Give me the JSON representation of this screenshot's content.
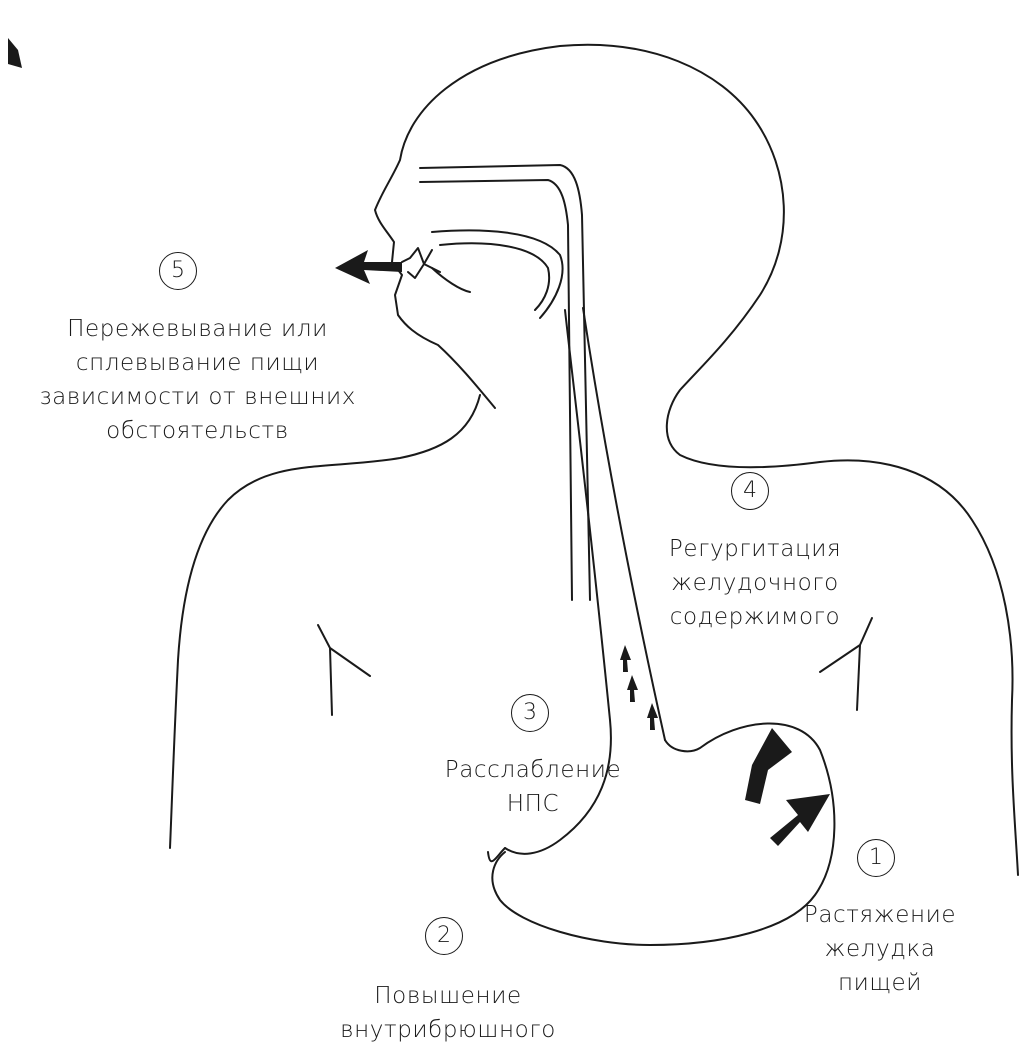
{
  "steps": [
    {
      "number": "1",
      "lines": [
        "Растяжение",
        "желудка",
        "пищей"
      ]
    },
    {
      "number": "2",
      "lines": [
        "Повышение",
        "внутрибрюшного"
      ]
    },
    {
      "number": "3",
      "lines": [
        "Расслабление",
        "НПС"
      ]
    },
    {
      "number": "4",
      "lines": [
        "Регургитация",
        "желудочного",
        "содержимого"
      ]
    },
    {
      "number": "5",
      "lines": [
        "Пережевывание или",
        "сплевывание пищи",
        "зависимости от внешних",
        "обстоятельств"
      ]
    }
  ],
  "colors": {
    "ink": "#1a1a1a",
    "background": "#ffffff"
  },
  "icons": [
    "arrow-icon"
  ]
}
